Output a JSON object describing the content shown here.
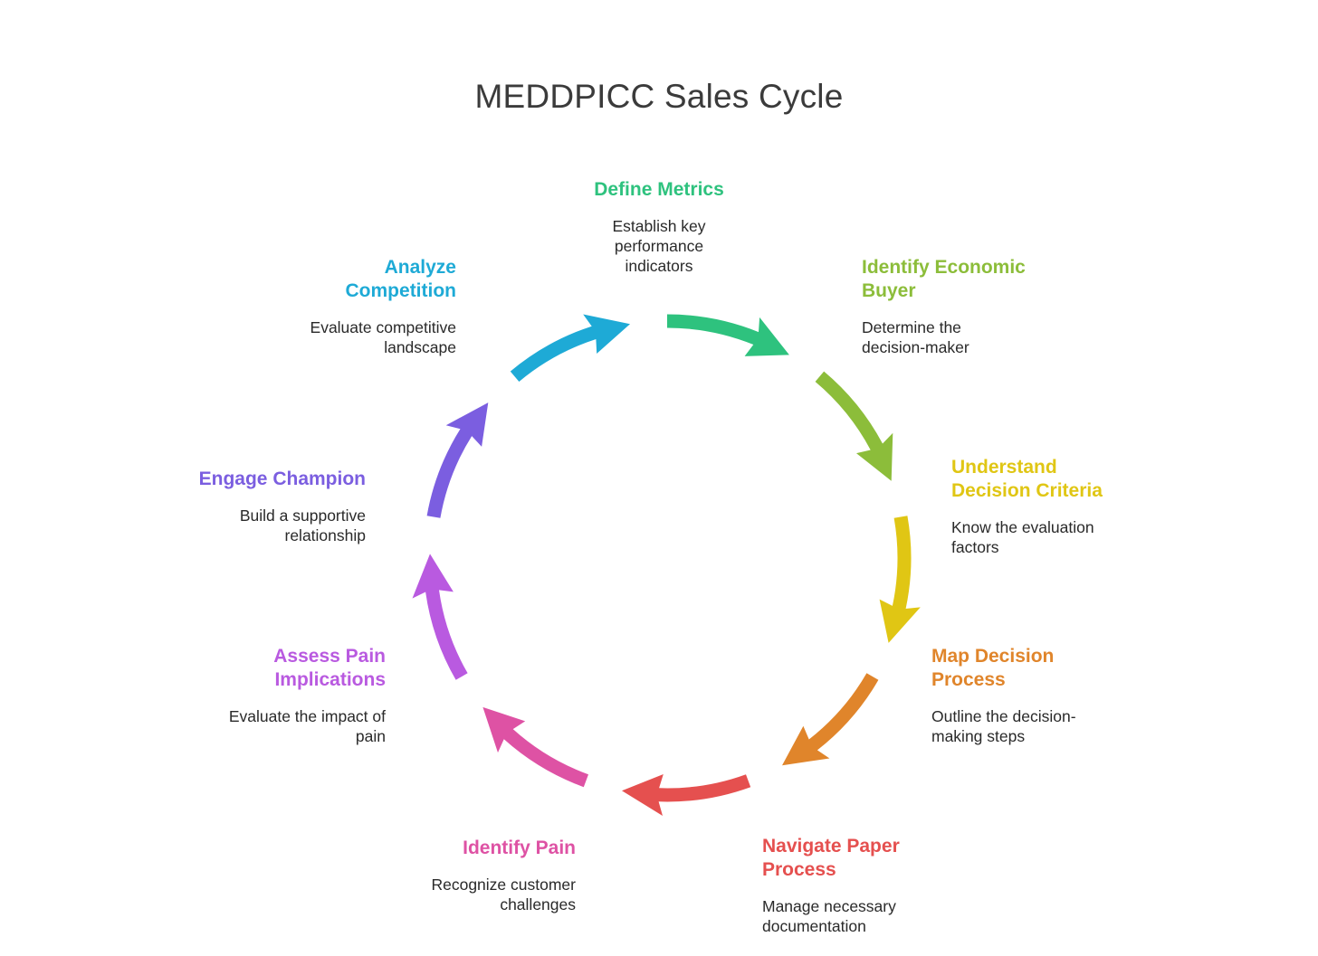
{
  "title": "MEDDPICC Sales Cycle",
  "stages": [
    {
      "heading": "Define Metrics",
      "description": "Establish key performance indicators",
      "color": "#2ec27e"
    },
    {
      "heading": "Identify Economic Buyer",
      "description": "Determine the decision-maker",
      "color": "#8cbd3a"
    },
    {
      "heading": "Understand Decision Criteria",
      "description": "Know the evaluation factors",
      "color": "#e0c614"
    },
    {
      "heading": "Map Decision Process",
      "description": "Outline the decision-making steps",
      "color": "#e0852b"
    },
    {
      "heading": "Navigate Paper Process",
      "description": "Manage necessary documentation",
      "color": "#e5504f"
    },
    {
      "heading": "Identify Pain",
      "description": "Recognize customer challenges",
      "color": "#de52a4"
    },
    {
      "heading": "Assess Pain Implications",
      "description": "Evaluate the impact of pain",
      "color": "#b95ae0"
    },
    {
      "heading": "Engage Champion",
      "description": "Build a supportive relationship",
      "color": "#7b5ee0"
    },
    {
      "heading": "Analyze Competition",
      "description": "Evaluate competitive landscape",
      "color": "#1eaad6"
    }
  ]
}
